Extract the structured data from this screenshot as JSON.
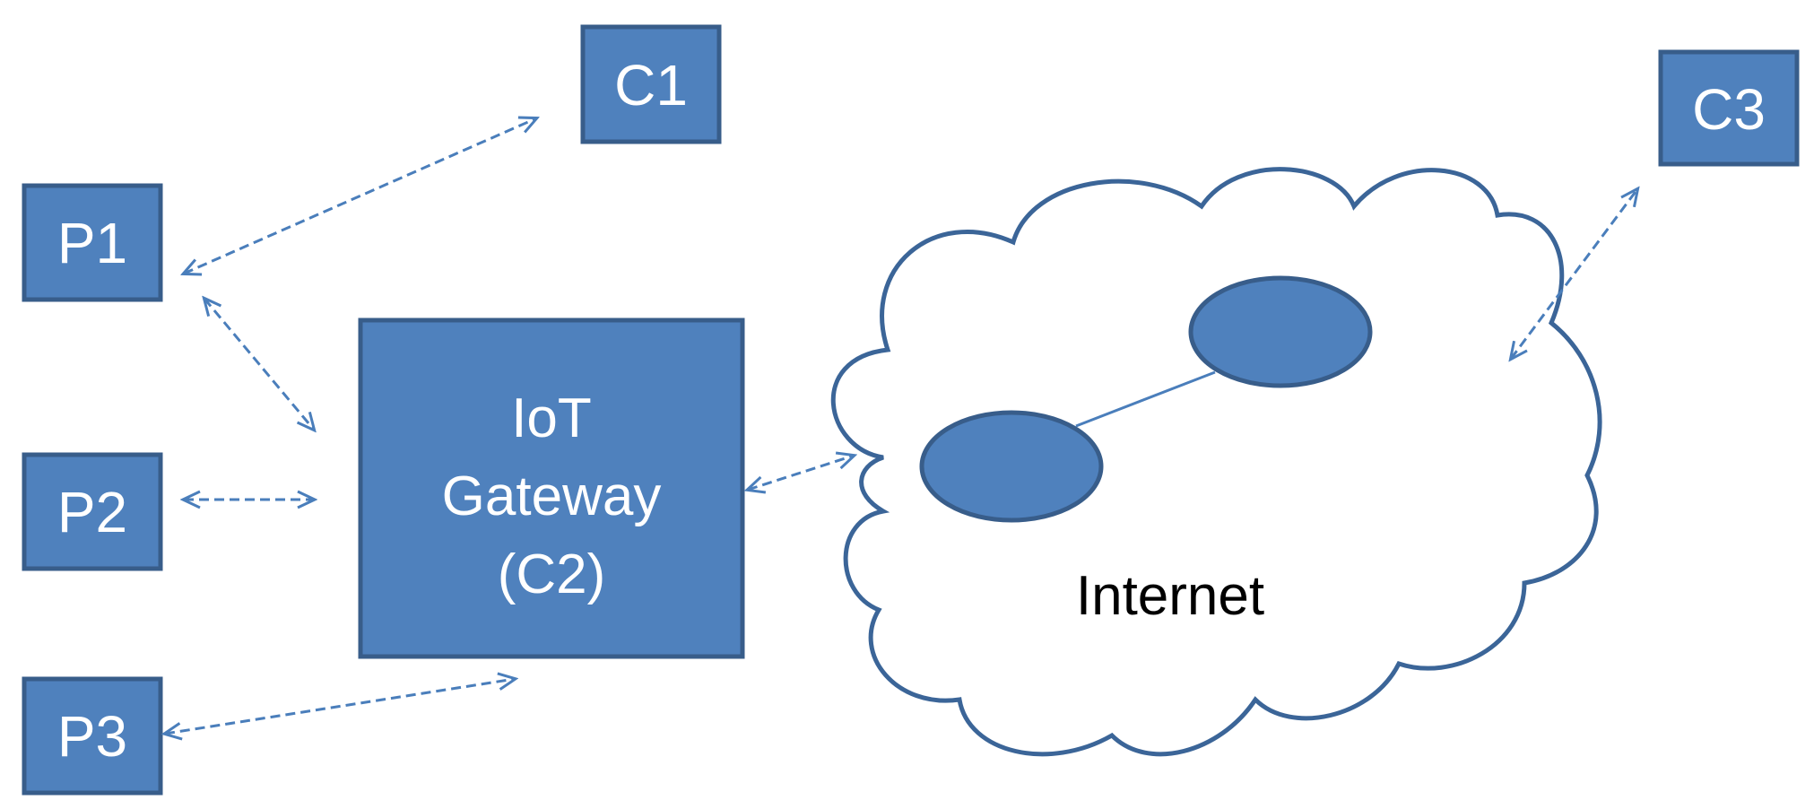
{
  "nodes": {
    "p1": "P1",
    "p2": "P2",
    "p3": "P3",
    "c1": "C1",
    "c3": "C3",
    "gateway": [
      "IoT",
      "Gateway",
      "(C2)"
    ]
  },
  "cloud": {
    "label": "Internet"
  },
  "colors": {
    "fill": "#4f81bd",
    "border": "#385d8a",
    "arrow": "#4a7ebb",
    "cloud_stroke": "#3b6598"
  }
}
